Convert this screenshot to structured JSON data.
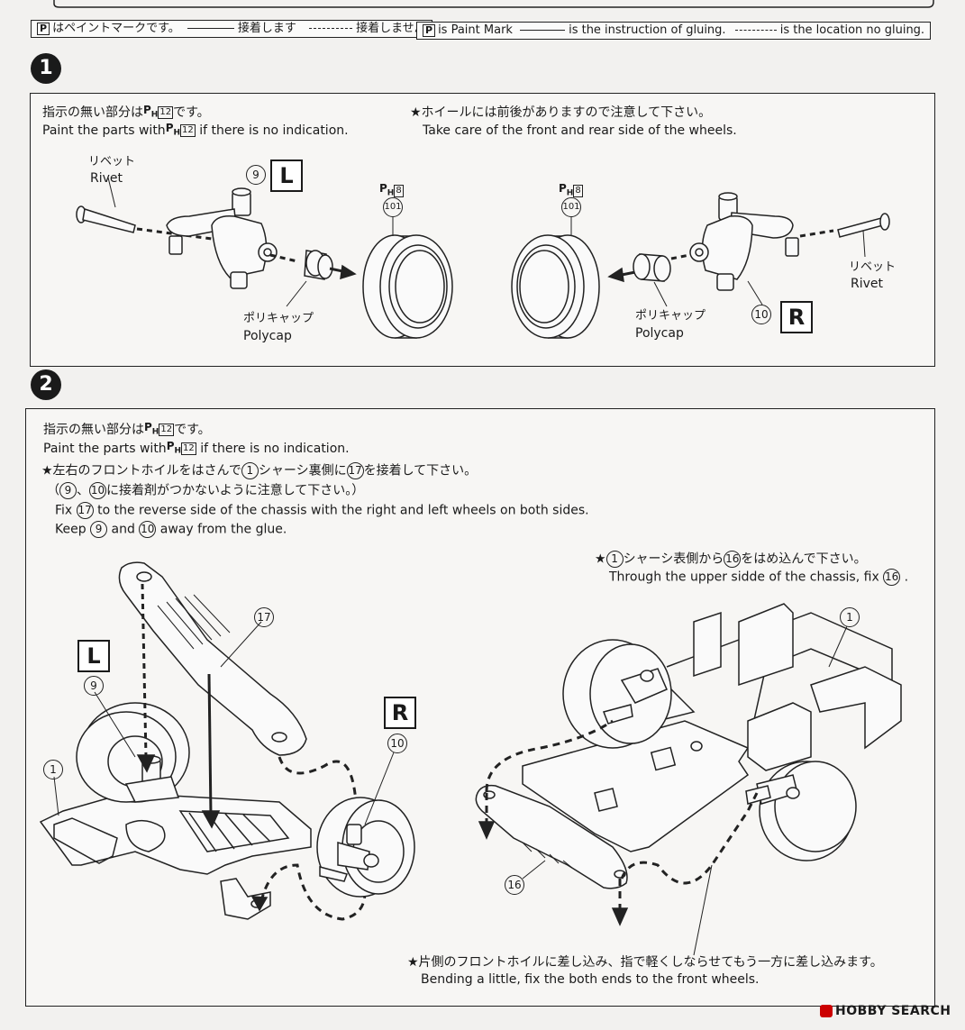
{
  "legend_jp": {
    "paint": "はペイントマークです。",
    "glue": "接着します",
    "noglue": "接着しません"
  },
  "legend_en": {
    "paint": "is Paint Mark",
    "glue": "is the instruction of gluing.",
    "noglue": "is the location no gluing."
  },
  "paint_symbol": "P",
  "step1": {
    "number": "1",
    "note_jp": "指示の無い部分は",
    "note_jp_end": "です。",
    "note_en_pre": "Paint the parts with",
    "note_en_post": "if there is no indication.",
    "paint_code": "12",
    "wheel_note_jp": "★ホイールには前後がありますので注意して下さい。",
    "wheel_note_en": "Take care of the front and rear side of the wheels.",
    "rivet_jp": "リベット",
    "rivet_en": "Rivet",
    "polycap_jp": "ポリキャップ",
    "polycap_en": "Polycap",
    "part_left": "9",
    "part_right": "10",
    "part_wheel": "101",
    "wheel_paint": "8",
    "label_l": "L",
    "label_r": "R"
  },
  "step2": {
    "number": "2",
    "note_jp": "指示の無い部分は",
    "note_jp_end": "です。",
    "note_en_pre": "Paint the parts with",
    "note_en_post": "if there is no indication.",
    "paint_code": "12",
    "inst1_jp_a": "★左右のフロントホイルをはさんで",
    "inst1_jp_b": "シャーシ裏側に",
    "inst1_jp_c": "を接着して下さい。",
    "inst2_jp_a": "（",
    "inst2_jp_b": "、",
    "inst2_jp_c": "に接着剤がつかないように注意して下さい。）",
    "inst1_en_a": "Fix",
    "inst1_en_b": "to the reverse side of the chassis with the right  and left wheels on both sides.",
    "inst2_en_a": "Keep",
    "inst2_en_b": "and",
    "inst2_en_c": "away from the glue.",
    "right_note_jp_a": "★",
    "right_note_jp_b": "シャーシ表側から",
    "right_note_jp_c": "をはめ込んで下さい。",
    "right_note_en_a": "Through the upper sidde of the chassis, fix",
    "right_note_en_b": ".",
    "bottom_note_jp": "★片側のフロントホイルに差し込み、指で軽くしならせてもう一方に差し込みます。",
    "bottom_note_en": "Bending a little, fix the both ends to the front wheels.",
    "p1": "1",
    "p9": "9",
    "p10": "10",
    "p16": "16",
    "p17": "17",
    "label_l": "L",
    "label_r": "R"
  },
  "watermark": "HOBBY SEARCH"
}
